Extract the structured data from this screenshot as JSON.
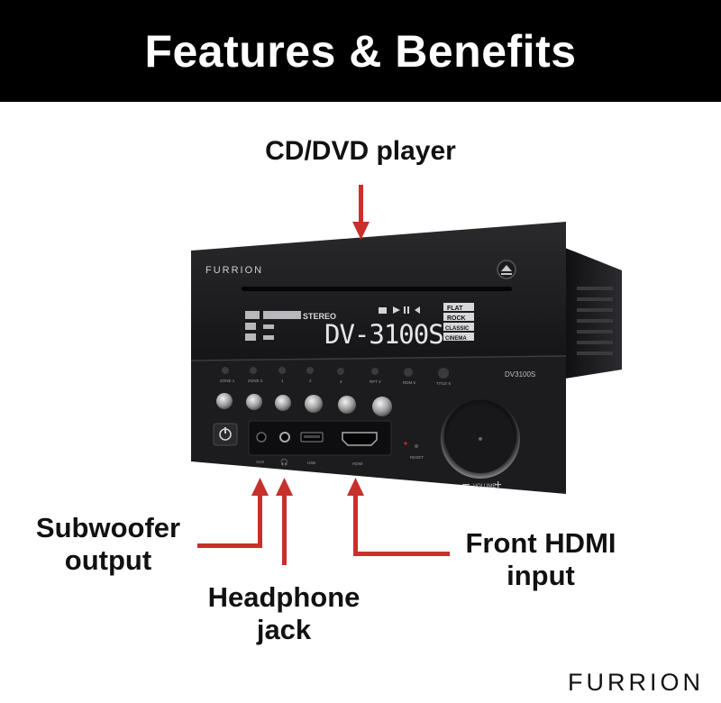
{
  "header": {
    "title": "Features & Benefits"
  },
  "callouts": {
    "cd_dvd": "CD/DVD player",
    "subwoofer_line1": "Subwoofer",
    "subwoofer_line2": "output",
    "headphone_line1": "Headphone",
    "headphone_line2": "jack",
    "hdmi_line1": "Front HDMI",
    "hdmi_line2": "input"
  },
  "device": {
    "brand": "FURRION",
    "model": "DV3100S",
    "display_text": "DV-3100S",
    "display_stereo": "STEREO",
    "eq_modes": [
      "FLAT",
      "ROCK",
      "CLASSIC",
      "CINEMA"
    ],
    "zone_labels": [
      "ZONE 1",
      "ZONE 2",
      "1",
      "2",
      "3",
      "RPT 4",
      "RDM 5",
      "TITLE 6"
    ],
    "port_labels": {
      "aux": "AUX",
      "usb": "USB",
      "hdmi": "HDMI",
      "reset": "RESET"
    },
    "volume_label": "VOLUME"
  },
  "footer": {
    "brand": "FURRION"
  },
  "colors": {
    "arrow": "#c8302b",
    "header_bg": "#000000",
    "device_body": "#1c1c1e"
  },
  "icons": [
    "eject-icon",
    "power-icon",
    "headphone-icon",
    "arrow-icon"
  ]
}
